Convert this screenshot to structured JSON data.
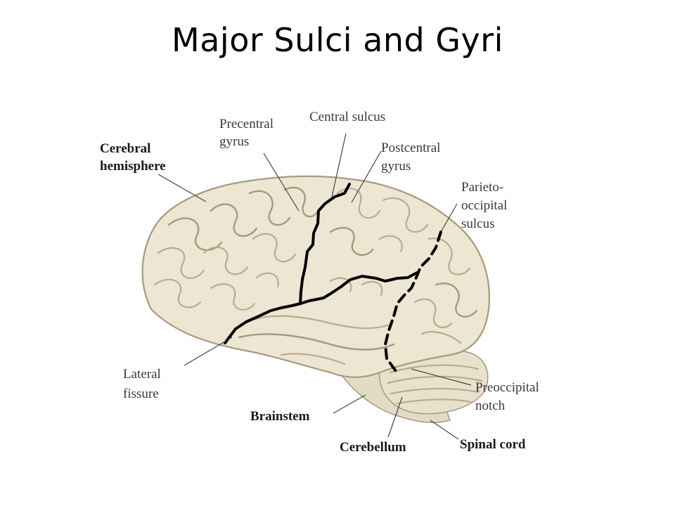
{
  "title": "Major Sulci and Gyri",
  "labels": {
    "cerebral_hemisphere": [
      "Cerebral",
      "hemisphere"
    ],
    "precentral_gyrus": [
      "Precentral",
      "gyrus"
    ],
    "central_sulcus": [
      "Central sulcus"
    ],
    "postcentral_gyrus": [
      "Postcentral",
      "gyrus"
    ],
    "parieto_occipital_sulcus": [
      "Parieto-",
      "occipital",
      "sulcus"
    ],
    "lateral_fissure": [
      "Lateral",
      "fissure"
    ],
    "brainstem": [
      "Brainstem"
    ],
    "cerebellum": [
      "Cerebellum"
    ],
    "preoccipital_notch": [
      "Preoccipital",
      "notch"
    ],
    "spinal_cord": [
      "Spinal cord"
    ]
  },
  "colors": {
    "brain_fill": "#ece6d3",
    "brain_outline": "#a89a7b",
    "sulcus_line": "#000000"
  }
}
